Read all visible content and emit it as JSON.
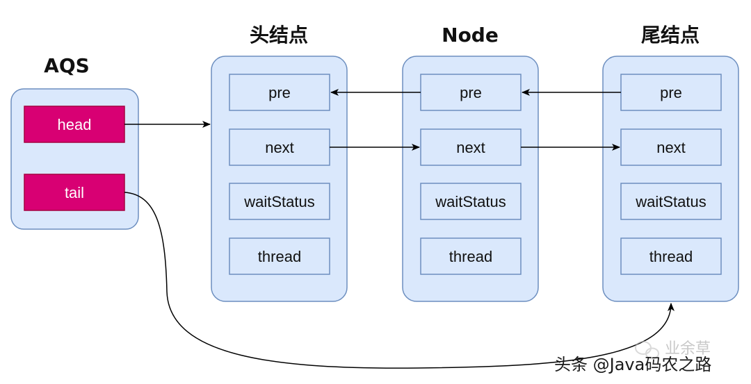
{
  "titles": {
    "aqs": "AQS",
    "head_node": "头结点",
    "middle_node": "Node",
    "tail_node": "尾结点"
  },
  "aqs_fields": {
    "head": "head",
    "tail": "tail"
  },
  "node_fields": {
    "pre": "pre",
    "next": "next",
    "wait_status": "waitStatus",
    "thread": "thread"
  },
  "watermark": {
    "faint": "业余草",
    "main": "头条 @Java码农之路"
  },
  "colors": {
    "container_fill": "#dae8fc",
    "container_stroke": "#6c8ebf",
    "aqs_field_fill": "#d80073",
    "aqs_field_stroke": "#a50040",
    "text": "#111111",
    "arrow": "#000000"
  }
}
